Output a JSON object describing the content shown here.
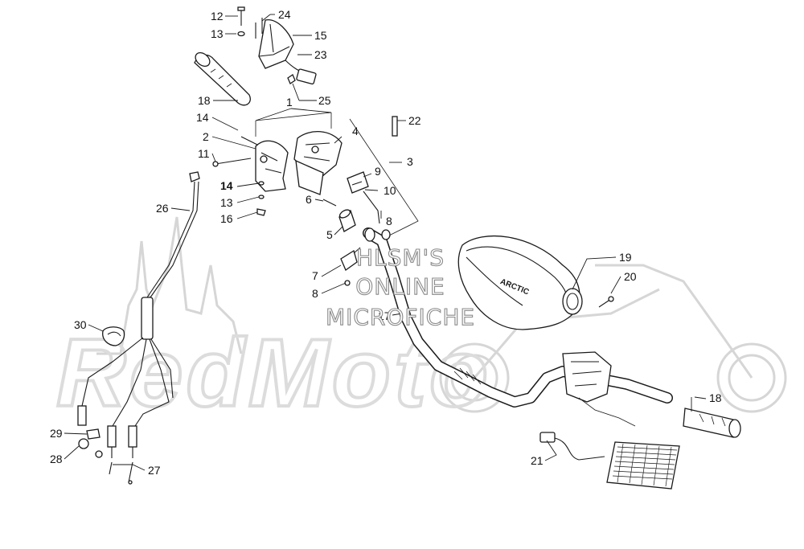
{
  "watermark": {
    "line1": "HLSM'S",
    "line2": "ONLINE",
    "line3": "MICROFICHE",
    "brand": "RedMoto"
  },
  "labels": {
    "c1": "1",
    "c2": "2",
    "c3": "3",
    "c4": "4",
    "c5": "5",
    "c6": "6",
    "c7": "7",
    "c8a": "8",
    "c8b": "8",
    "c9": "9",
    "c10": "10",
    "c11": "11",
    "c12": "12",
    "c13a": "13",
    "c13b": "13",
    "c14a": "14",
    "c14b": "14",
    "c15": "15",
    "c16": "16",
    "c17": "17",
    "c18a": "18",
    "c18b": "18",
    "c19": "19",
    "c20": "20",
    "c21": "21",
    "c22": "22",
    "c23": "23",
    "c24": "24",
    "c25": "25",
    "c26": "26",
    "c27": "27",
    "c28": "28",
    "c29": "29",
    "c30": "30"
  }
}
